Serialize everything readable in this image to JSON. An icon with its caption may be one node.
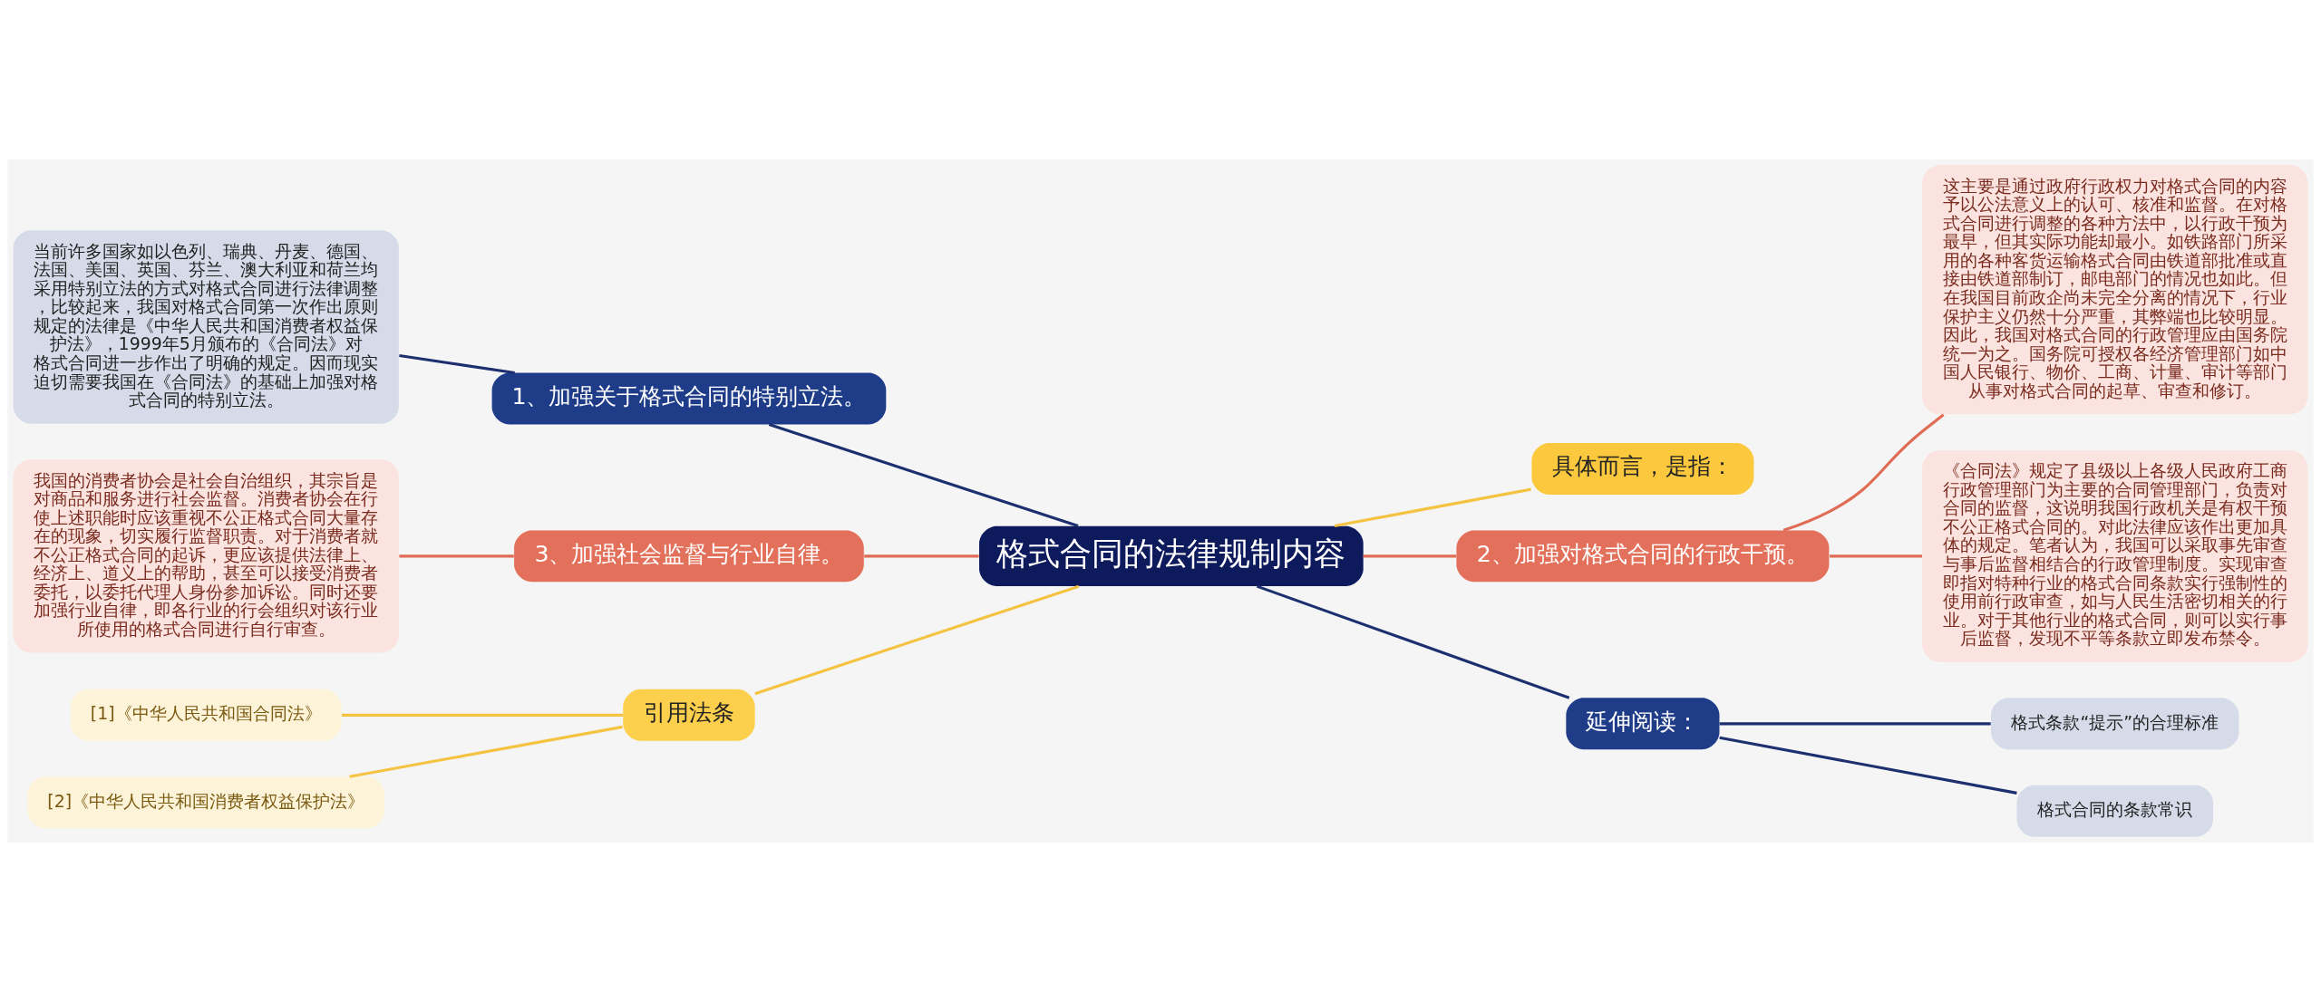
{
  "diagram": {
    "nodes": [
      {
        "text": [
          "格式合同的法律规制内容"
        ]
      },
      {
        "text": [
          "具体而言，是指："
        ]
      },
      {
        "text": [
          "2、加强对格式合同的行政干预。"
        ]
      },
      {
        "text": [
          "这主要是通过政府行政权力对格式合同的内容予以公法意义上的认可、核准和监督。在对格式合同进行调整的各种方法中，以行政干预为最早，但其实际功能却最小。如铁路部门所采用的各种客货运输格式合同由铁道部批准或直接由铁道部制订，邮电部门的情况也如此。但在我国目前政企尚未完全分离的情况下，行业保护主义仍然十分严重，其弊端也比较明显。因此，我国对格式合同的行政管理应由国务院统一为之。国务院可授权各经济管理部门如中国人民银行、物价、工商、计量、审计等部门从事对格式合同的起草、审查和修订。"
        ]
      },
      {
        "text": [
          "《合同法》规定了县级以上各级人民政府工商行政管理部门为主要的合同管理部门，负责对合同的监督，这说明我国行政机关是有权干预不公正格式合同的。对此法律应该作出更加具体的规定。笔者认为，我国可以采取事先审查与事后监督相结合的行政管理制度。实现审查即指对特种行业的格式合同条款实行强制性的使用前行政审查，如与人民生活密切相关的行业。对于其他行业的格式合同，则可以实行事后监督，发现不平等条款立即发布禁令。"
        ]
      },
      {
        "text": [
          "延伸阅读："
        ]
      },
      {
        "text": [
          "格式条款“提示”的合理标准"
        ]
      },
      {
        "text": [
          "格式合同的条款常识"
        ]
      },
      {
        "text": [
          "1、加强关于格式合同的特别立法。"
        ]
      },
      {
        "text": [
          "当前许多国家如以色列、瑞典、丹麦、德国、法国、美国、英国、芬兰、澳大利亚和荷兰均采用特别立法的方式对格式合同进行法律调整，比较起来，我国对格式合同第一次作出原则规定的法律是《中华人民共和国消费者权益保护法》，1999年5月颁布的《合同法》对格式合同进一步作出了明确的规定。因而现实迫切需要我国在《合同法》的基础上加强对格式合同的特别立法。"
        ]
      },
      {
        "text": [
          "3、加强社会监督与行业自律。"
        ]
      },
      {
        "text": [
          "我国的消费者协会是社会自治组织，其宗旨是对商品和服务进行社会监督。消费者协会在行使上述职能时应该重视不公正格式合同大量存在的现象，切实履行监督职责。对于消费者就不公正格式合同的起诉，更应该提供法律上、经济上、道义上的帮助，甚至可以接受消费者委托，以委托代理人身份参加诉讼。同时还要加强行业自律，即各行业的行会组织对该行业所使用的格式合同进行自行审查。"
        ]
      },
      {
        "text": [
          "引用法条"
        ]
      },
      {
        "text": [
          "[1]《中华人民共和国合同法》"
        ]
      },
      {
        "text": [
          "[2]《中华人民共和国消费者权益保护法》"
        ]
      }
    ],
    "edges": [
      {
        "from": 0,
        "to": 1,
        "arrow": "none",
        "color": "#f5c342"
      },
      {
        "from": 0,
        "to": 2,
        "arrow": "none",
        "color": "#e06c55"
      },
      {
        "from": 2,
        "to": 3,
        "arrow": "none",
        "color": "#e06c55"
      },
      {
        "from": 2,
        "to": 4,
        "arrow": "none",
        "color": "#e06c55"
      },
      {
        "from": 0,
        "to": 5,
        "arrow": "none",
        "color": "#1c2f6e"
      },
      {
        "from": 5,
        "to": 6,
        "arrow": "none",
        "color": "#1c2f6e"
      },
      {
        "from": 5,
        "to": 7,
        "arrow": "none",
        "color": "#1c2f6e"
      },
      {
        "from": 0,
        "to": 8,
        "arrow": "none",
        "color": "#1c2f6e"
      },
      {
        "from": 8,
        "to": 9,
        "arrow": "none",
        "color": "#1c2f6e"
      },
      {
        "from": 0,
        "to": 10,
        "arrow": "none",
        "color": "#e06c55"
      },
      {
        "from": 10,
        "to": 11,
        "arrow": "none",
        "color": "#e06c55"
      },
      {
        "from": 0,
        "to": 12,
        "arrow": "none",
        "color": "#f5c342"
      },
      {
        "from": 12,
        "to": 13,
        "arrow": "none",
        "color": "#f5c342"
      },
      {
        "from": 12,
        "to": 14,
        "arrow": "none",
        "color": "#f5c342"
      }
    ]
  }
}
